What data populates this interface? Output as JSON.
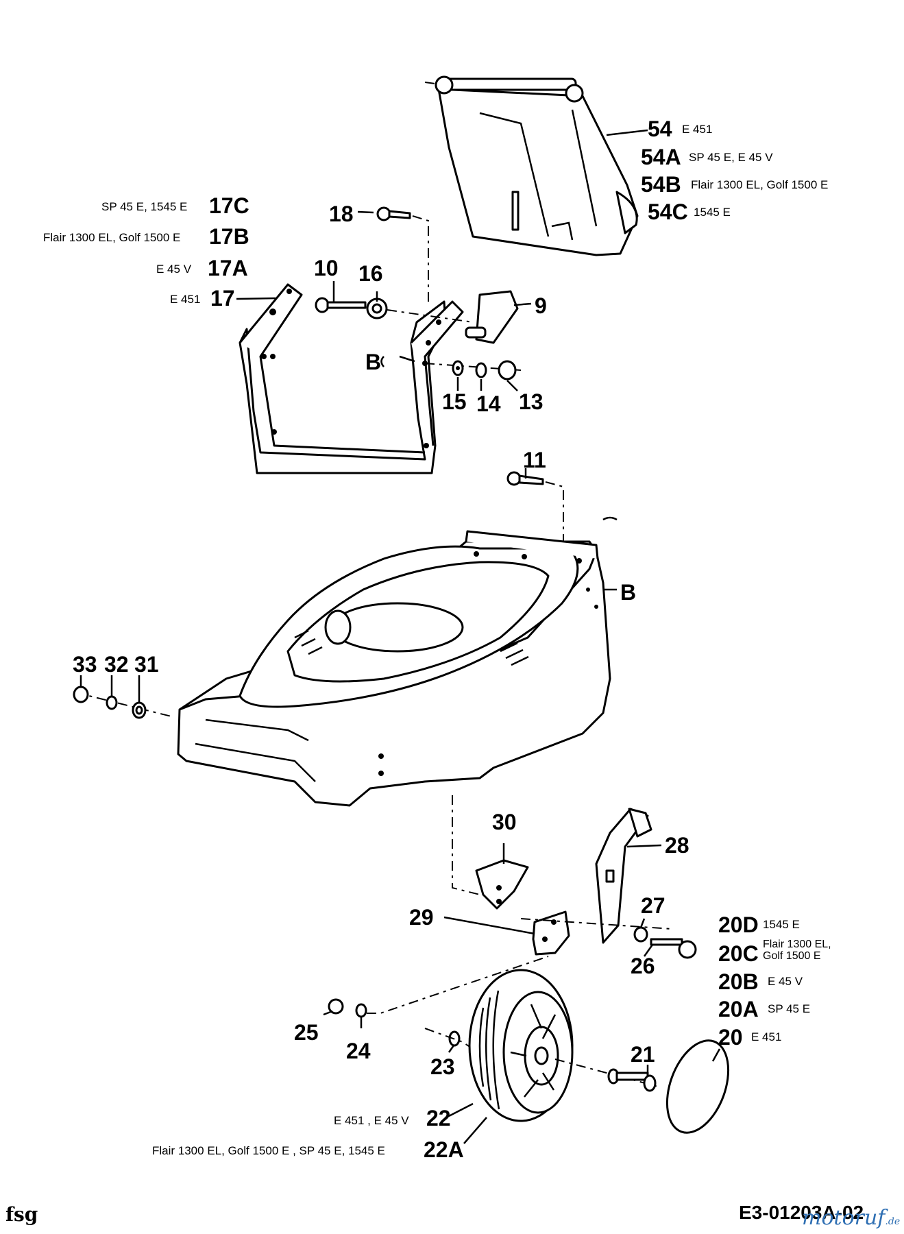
{
  "diagram": {
    "parts": {
      "p54": {
        "num": "54",
        "note": "E 451"
      },
      "p54A": {
        "num": "54A",
        "note": "SP 45 E,  E 45 V"
      },
      "p54B": {
        "num": "54B",
        "note": "Flair 1300 EL, Golf 1500 E"
      },
      "p54C": {
        "num": "54C",
        "note": "1545 E"
      },
      "p17C": {
        "num": "17C",
        "note": "SP 45 E, 1545 E"
      },
      "p17B": {
        "num": "17B",
        "note": "Flair 1300 EL, Golf 1500 E"
      },
      "p17A": {
        "num": "17A",
        "note": "E 45 V"
      },
      "p17": {
        "num": "17",
        "note": "E 451"
      },
      "p18": "18",
      "p10": "10",
      "p16": "16",
      "p9": "9",
      "pB1": "B",
      "pB2": "B",
      "p15": "15",
      "p14": "14",
      "p13": "13",
      "p11": "11",
      "p33": "33",
      "p32": "32",
      "p31": "31",
      "p30": "30",
      "p28": "28",
      "p29": "29",
      "p27": "27",
      "p26": "26",
      "p20D": {
        "num": "20D",
        "note": "1545 E"
      },
      "p20C": {
        "num": "20C",
        "note": "Flair 1300 EL,\nGolf 1500 E"
      },
      "p20B": {
        "num": "20B",
        "note": "E 45 V"
      },
      "p20A": {
        "num": "20A",
        "note": "SP 45 E"
      },
      "p20": {
        "num": "20",
        "note": "E 451"
      },
      "p25": "25",
      "p24": "24",
      "p23": "23",
      "p21": "21",
      "p22": {
        "num": "22",
        "note": "E 451 ,  E 45 V"
      },
      "p22A": {
        "num": "22A",
        "note": "Flair 1300 EL, Golf 1500 E ,  SP 45 E, 1545 E"
      }
    }
  },
  "footer": {
    "left": "fsg",
    "code": "E3-01203A-02",
    "watermark": "motoruf",
    "watermark_tld": ".de"
  }
}
